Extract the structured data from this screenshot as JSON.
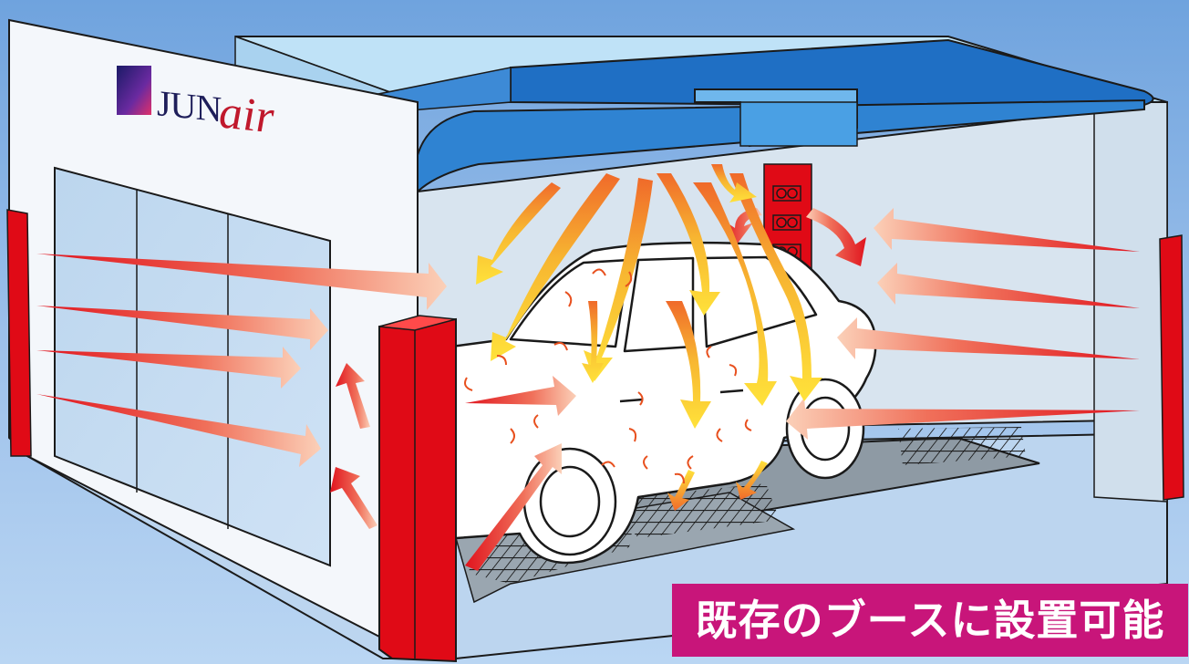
{
  "brand": {
    "name": "JUN",
    "accent": "air"
  },
  "caption": "既存のブースに設置可能",
  "colors": {
    "background": "#a8c8ec",
    "duct": "#1f6fc4",
    "pillar": "#e00a16",
    "grating": "#1a1a1a",
    "floor_plate": "#8e9aa4",
    "caption_bg": "#c8157a",
    "red_airflow": "#e0141e",
    "yellow_airflow": "#ffd21e"
  },
  "icons": [
    "brand-logo-square-icon",
    "filter-vent-icon",
    "airflow-arrow-icon"
  ]
}
